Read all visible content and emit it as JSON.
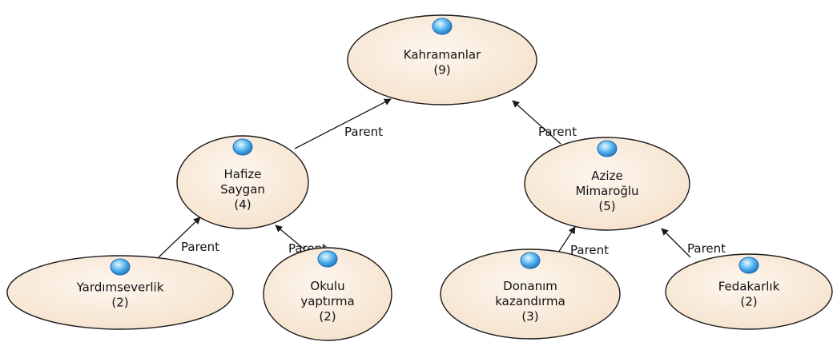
{
  "nodes": [
    {
      "id": "kahramanlar",
      "lines": [
        "Kahramanlar",
        "(9)"
      ]
    },
    {
      "id": "hafize",
      "lines": [
        "Hafize",
        "Saygan",
        "(4)"
      ]
    },
    {
      "id": "azize",
      "lines": [
        "Azize",
        "Mimaroğlu",
        "(5)"
      ]
    },
    {
      "id": "yardimseverlik",
      "lines": [
        "Yardımseverlik",
        "(2)"
      ]
    },
    {
      "id": "okulu",
      "lines": [
        "Okulu",
        "yaptırma",
        "(2)"
      ]
    },
    {
      "id": "donanim",
      "lines": [
        "Donanım",
        "kazandırma",
        "(3)"
      ]
    },
    {
      "id": "fedakarlik",
      "lines": [
        "Fedakarlık",
        "(2)"
      ]
    }
  ],
  "edges": [
    {
      "from": "hafize",
      "to": "kahramanlar",
      "label": "Parent"
    },
    {
      "from": "azize",
      "to": "kahramanlar",
      "label": "Parent"
    },
    {
      "from": "yardimseverlik",
      "to": "hafize",
      "label": "Parent"
    },
    {
      "from": "okulu",
      "to": "hafize",
      "label": "Parent"
    },
    {
      "from": "donanim",
      "to": "azize",
      "label": "Parent"
    },
    {
      "from": "fedakarlik",
      "to": "azize",
      "label": "Parent"
    }
  ],
  "colors": {
    "node_fill_inner": "#fdf6ee",
    "node_fill_outer": "#f5e2cc",
    "node_stroke": "#1a1a1a",
    "edge": "#1a1a1a",
    "dot_light": "#e8f6ff",
    "dot_mid": "#4fb2ee",
    "dot_dark": "#1f6fb8"
  },
  "icons": {
    "node_marker": "blue-dot-icon"
  }
}
